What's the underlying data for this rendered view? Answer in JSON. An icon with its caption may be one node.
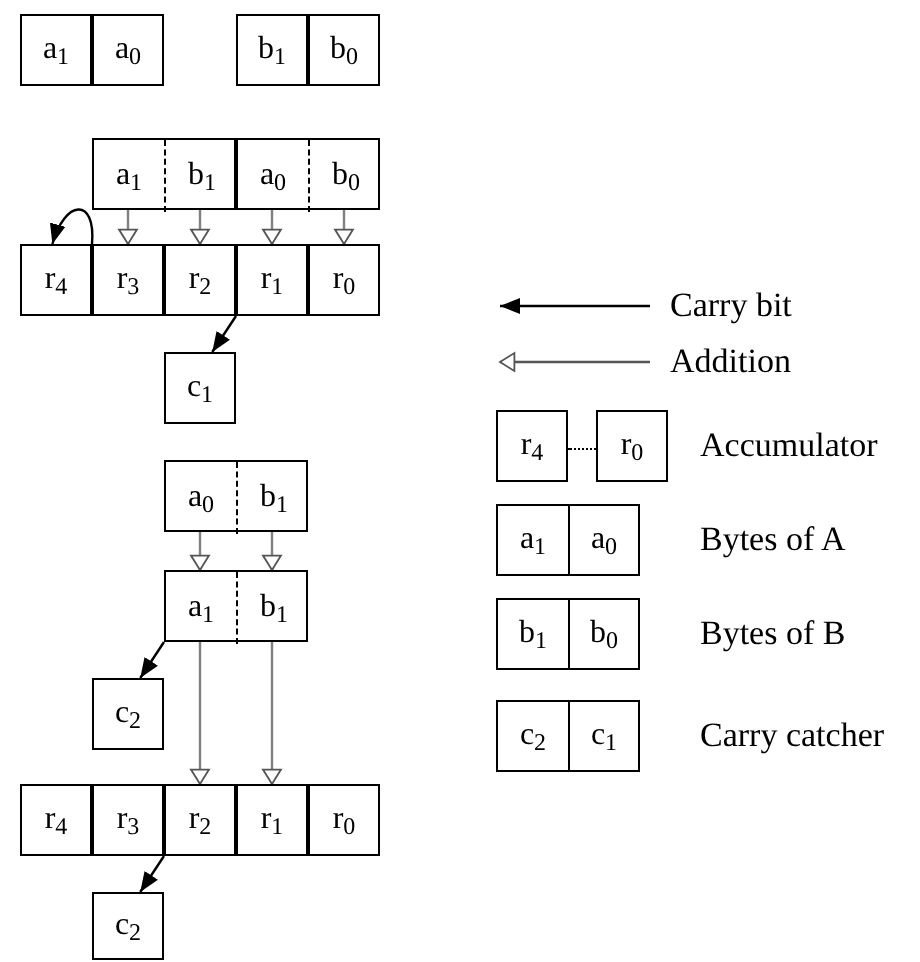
{
  "diagram": {
    "nodes": [
      {
        "text": [
          "a$_{1}$"
        ]
      },
      {
        "text": [
          "a$_{0}$"
        ]
      },
      {
        "text": [
          "b$_{1}$"
        ]
      },
      {
        "text": [
          "b$_{0}$"
        ]
      },
      {
        "text": [],
        "shape": "box"
      },
      {
        "text": [
          "a$_{1}$"
        ],
        "in": 4
      },
      {
        "text": [
          "b$_{1}$"
        ],
        "in": 4
      },
      {
        "text": [],
        "shape": "box"
      },
      {
        "text": [
          "a$_{0}$"
        ],
        "in": 7
      },
      {
        "text": [
          "b$_{0}$"
        ],
        "in": 7
      },
      {
        "text": [
          "r$_{4}$"
        ]
      },
      {
        "text": [
          "r$_{3}$"
        ]
      },
      {
        "text": [
          "r$_{2}$"
        ]
      },
      {
        "text": [
          "r$_{1}$"
        ]
      },
      {
        "text": [
          "r$_{0}$"
        ]
      },
      {
        "text": [
          "c$_{1}$"
        ]
      },
      {
        "text": [],
        "shape": "box"
      },
      {
        "text": [
          "a$_{0}$"
        ],
        "in": 16
      },
      {
        "text": [
          "b$_{1}$"
        ],
        "in": 16
      },
      {
        "text": [],
        "shape": "box"
      },
      {
        "text": [
          "a$_{1}$"
        ],
        "in": 19
      },
      {
        "text": [
          "b$_{1}$"
        ],
        "in": 19
      },
      {
        "text": [
          "c$_{2}$"
        ]
      },
      {
        "text": [
          "r$_{4}$"
        ]
      },
      {
        "text": [
          "r$_{3}$"
        ]
      },
      {
        "text": [
          "r$_{2}$"
        ]
      },
      {
        "text": [
          "r$_{1}$"
        ]
      },
      {
        "text": [
          "r$_{0}$"
        ]
      },
      {
        "text": [
          "c$_{2}$"
        ]
      }
    ],
    "edges": [
      {
        "from": 5,
        "to": 11,
        "arrow": "to"
      },
      {
        "from": 6,
        "to": 12,
        "arrow": "to"
      },
      {
        "from": 8,
        "to": 13,
        "arrow": "to"
      },
      {
        "from": 9,
        "to": 14,
        "arrow": "to"
      },
      {
        "from": 11,
        "to": 10,
        "arrow": "to",
        "color": "#000000"
      },
      {
        "from": 13,
        "to": 15,
        "arrow": "to",
        "color": "#000000"
      },
      {
        "from": 17,
        "to": 20,
        "arrow": "to"
      },
      {
        "from": 18,
        "to": 21,
        "arrow": "to"
      },
      {
        "from": 20,
        "to": 22,
        "arrow": "to",
        "color": "#000000"
      },
      {
        "from": 20,
        "to": 25,
        "arrow": "to"
      },
      {
        "from": 21,
        "to": 26,
        "arrow": "to"
      },
      {
        "from": 25,
        "to": 28,
        "arrow": "to",
        "color": "#000000"
      }
    ],
    "labels": [
      "r$_{4}$",
      "r$_{0}$",
      "a$_{1}$",
      "a$_{0}$",
      "b$_{1}$",
      "b$_{0}$",
      "c$_{2}$",
      "c$_{1}$"
    ],
    "legend": [
      {
        "text": "Carry bit"
      },
      {
        "text": "Addition"
      },
      {
        "text": "Accumulator"
      },
      {
        "text": "Bytes of A"
      },
      {
        "text": "Bytes of B"
      },
      {
        "text": "Carry catcher"
      }
    ]
  }
}
